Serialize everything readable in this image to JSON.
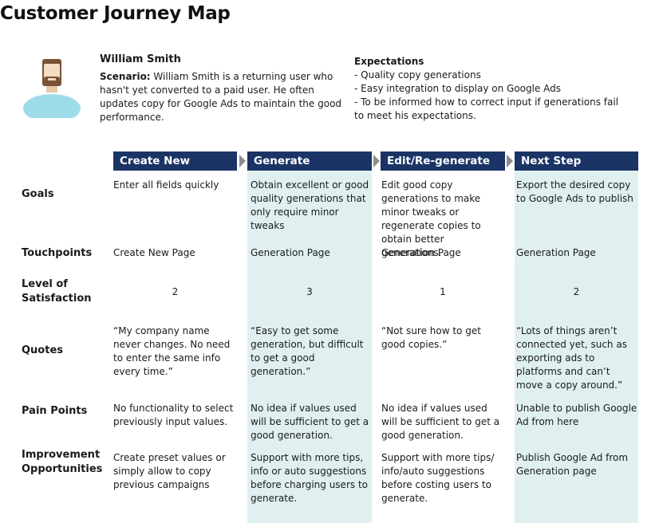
{
  "title": "Customer Journey Map",
  "persona": {
    "name": "William Smith",
    "scenario_label": "Scenario:",
    "scenario_text": " William Smith is a returning user who hasn't yet converted to a paid user. He often updates copy for Google Ads to maintain the good performance."
  },
  "expectations": {
    "title": "Expectations",
    "items": [
      " - Quality copy generations",
      " - Easy integration to display on Google Ads",
      " - To be informed how to correct input if generations fail to meet his expectations."
    ]
  },
  "stages": [
    "Create New",
    "Generate",
    "Edit/Re-generate",
    "Next Step"
  ],
  "rows": [
    {
      "label": "Goals",
      "cells": [
        "Enter all fields quickly",
        "Obtain excellent or good quality generations that only require minor tweaks",
        "Edit good copy generations to make minor tweaks or regenerate copies to obtain better generations.",
        "Export the desired copy to Google Ads to publish"
      ]
    },
    {
      "label": "Touchpoints",
      "cells": [
        "Create New Page",
        "Generation Page",
        "Generation Page",
        "Generation Page"
      ]
    },
    {
      "label": "Level of Satisfaction",
      "cells": [
        "2",
        "3",
        "1",
        "2"
      ]
    },
    {
      "label": "Quotes",
      "cells": [
        "“My company name never changes. No need to enter the same info every time.”",
        "“Easy to get some generation, but difficult to get a good generation.”",
        "“Not sure how to get good copies.”",
        "“Lots of things aren’t connected yet, such as exporting ads to platforms and can’t move a copy around.”"
      ]
    },
    {
      "label": "Pain Points",
      "cells": [
        "No functionality to select previously input values.",
        "No idea if values used will be sufficient to get a good generation.",
        "No idea if values used will be sufficient to get a good generation.",
        "Unable to publish Google Ad from here"
      ]
    },
    {
      "label": "Improvement Opportunities",
      "cells": [
        "Create preset values or simply allow to copy previous campaigns",
        "Support with more tips, info or auto suggestions before charging users to generate.",
        "Support with more tips/ info/auto suggestions before costing users to generate.",
        "Publish Google Ad from Generation page"
      ]
    }
  ],
  "colors": {
    "stage_header": "#1b3466",
    "highlight_column": "#e0f0f1",
    "avatar_shirt": "#9fdcea",
    "avatar_hair": "#7a5334"
  },
  "icons": {
    "persona": "user-avatar-icon",
    "stage_separator": "chevron-right-icon"
  }
}
